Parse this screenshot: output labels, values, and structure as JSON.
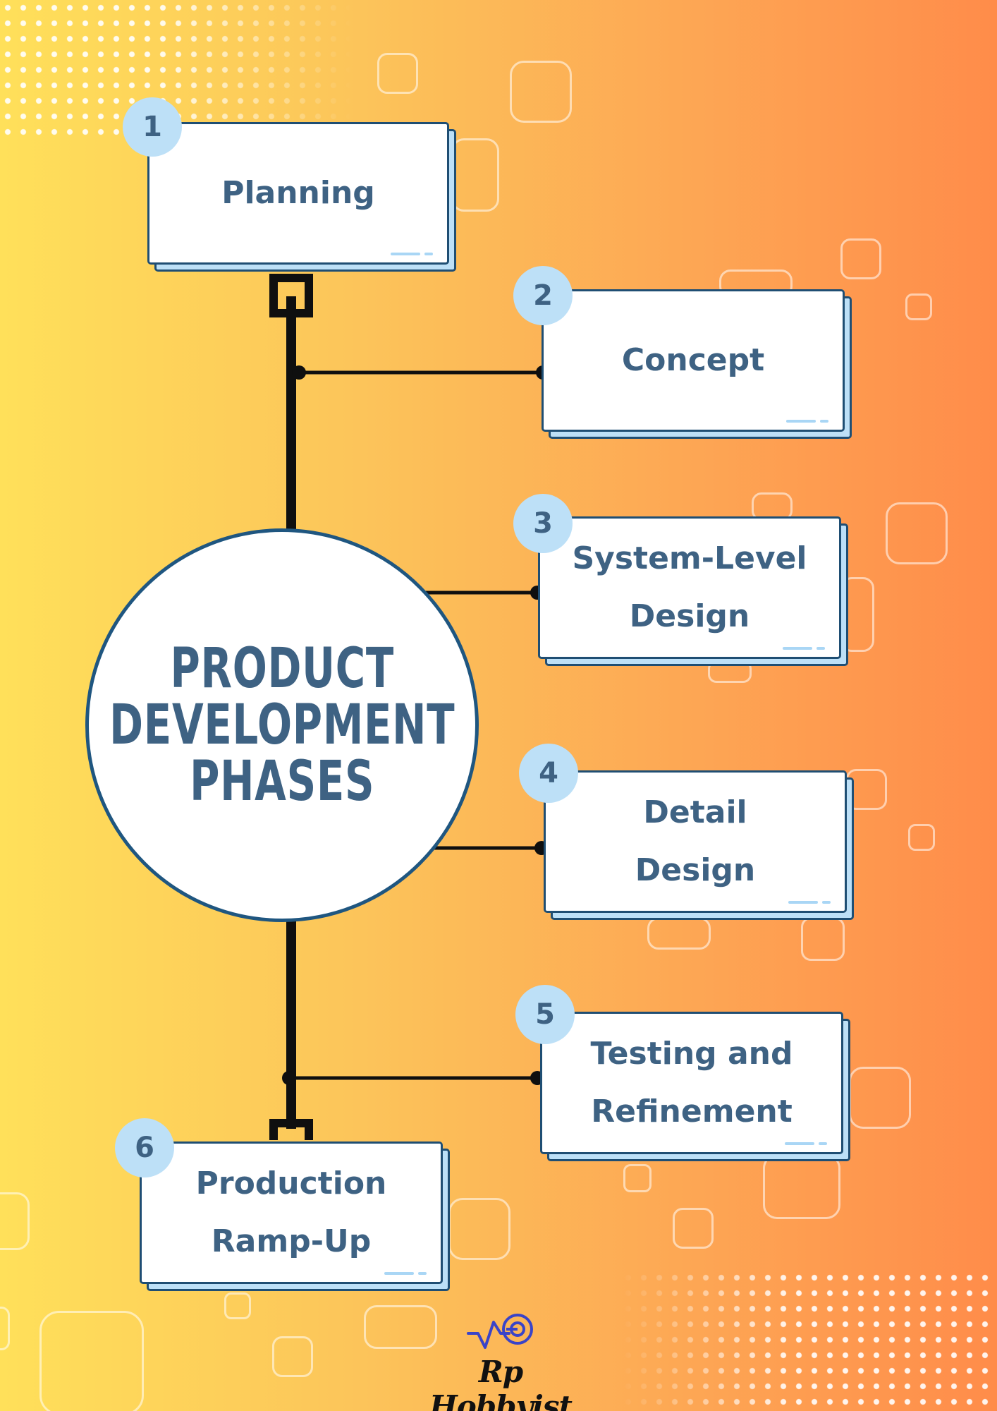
{
  "title_lines": [
    "PRODUCT",
    "DEVELOPMENT",
    "PHASES"
  ],
  "phases": [
    {
      "number": "1",
      "label": "Planning"
    },
    {
      "number": "2",
      "label": "Concept"
    },
    {
      "number": "3",
      "label": "System-Level\nDesign"
    },
    {
      "number": "4",
      "label": "Detail\nDesign"
    },
    {
      "number": "5",
      "label": "Testing and\nRefinement"
    },
    {
      "number": "6",
      "label": "Production\nRamp-Up"
    }
  ],
  "brand": {
    "name": "Rp Hobbyist",
    "logo_icon": "pulse-circle-icon"
  },
  "colors": {
    "navy": "#1f4e73",
    "text": "#3e6283",
    "badge": "#bde0f7",
    "background_left": "#ffe05a",
    "background_right": "#ff8c4a"
  }
}
